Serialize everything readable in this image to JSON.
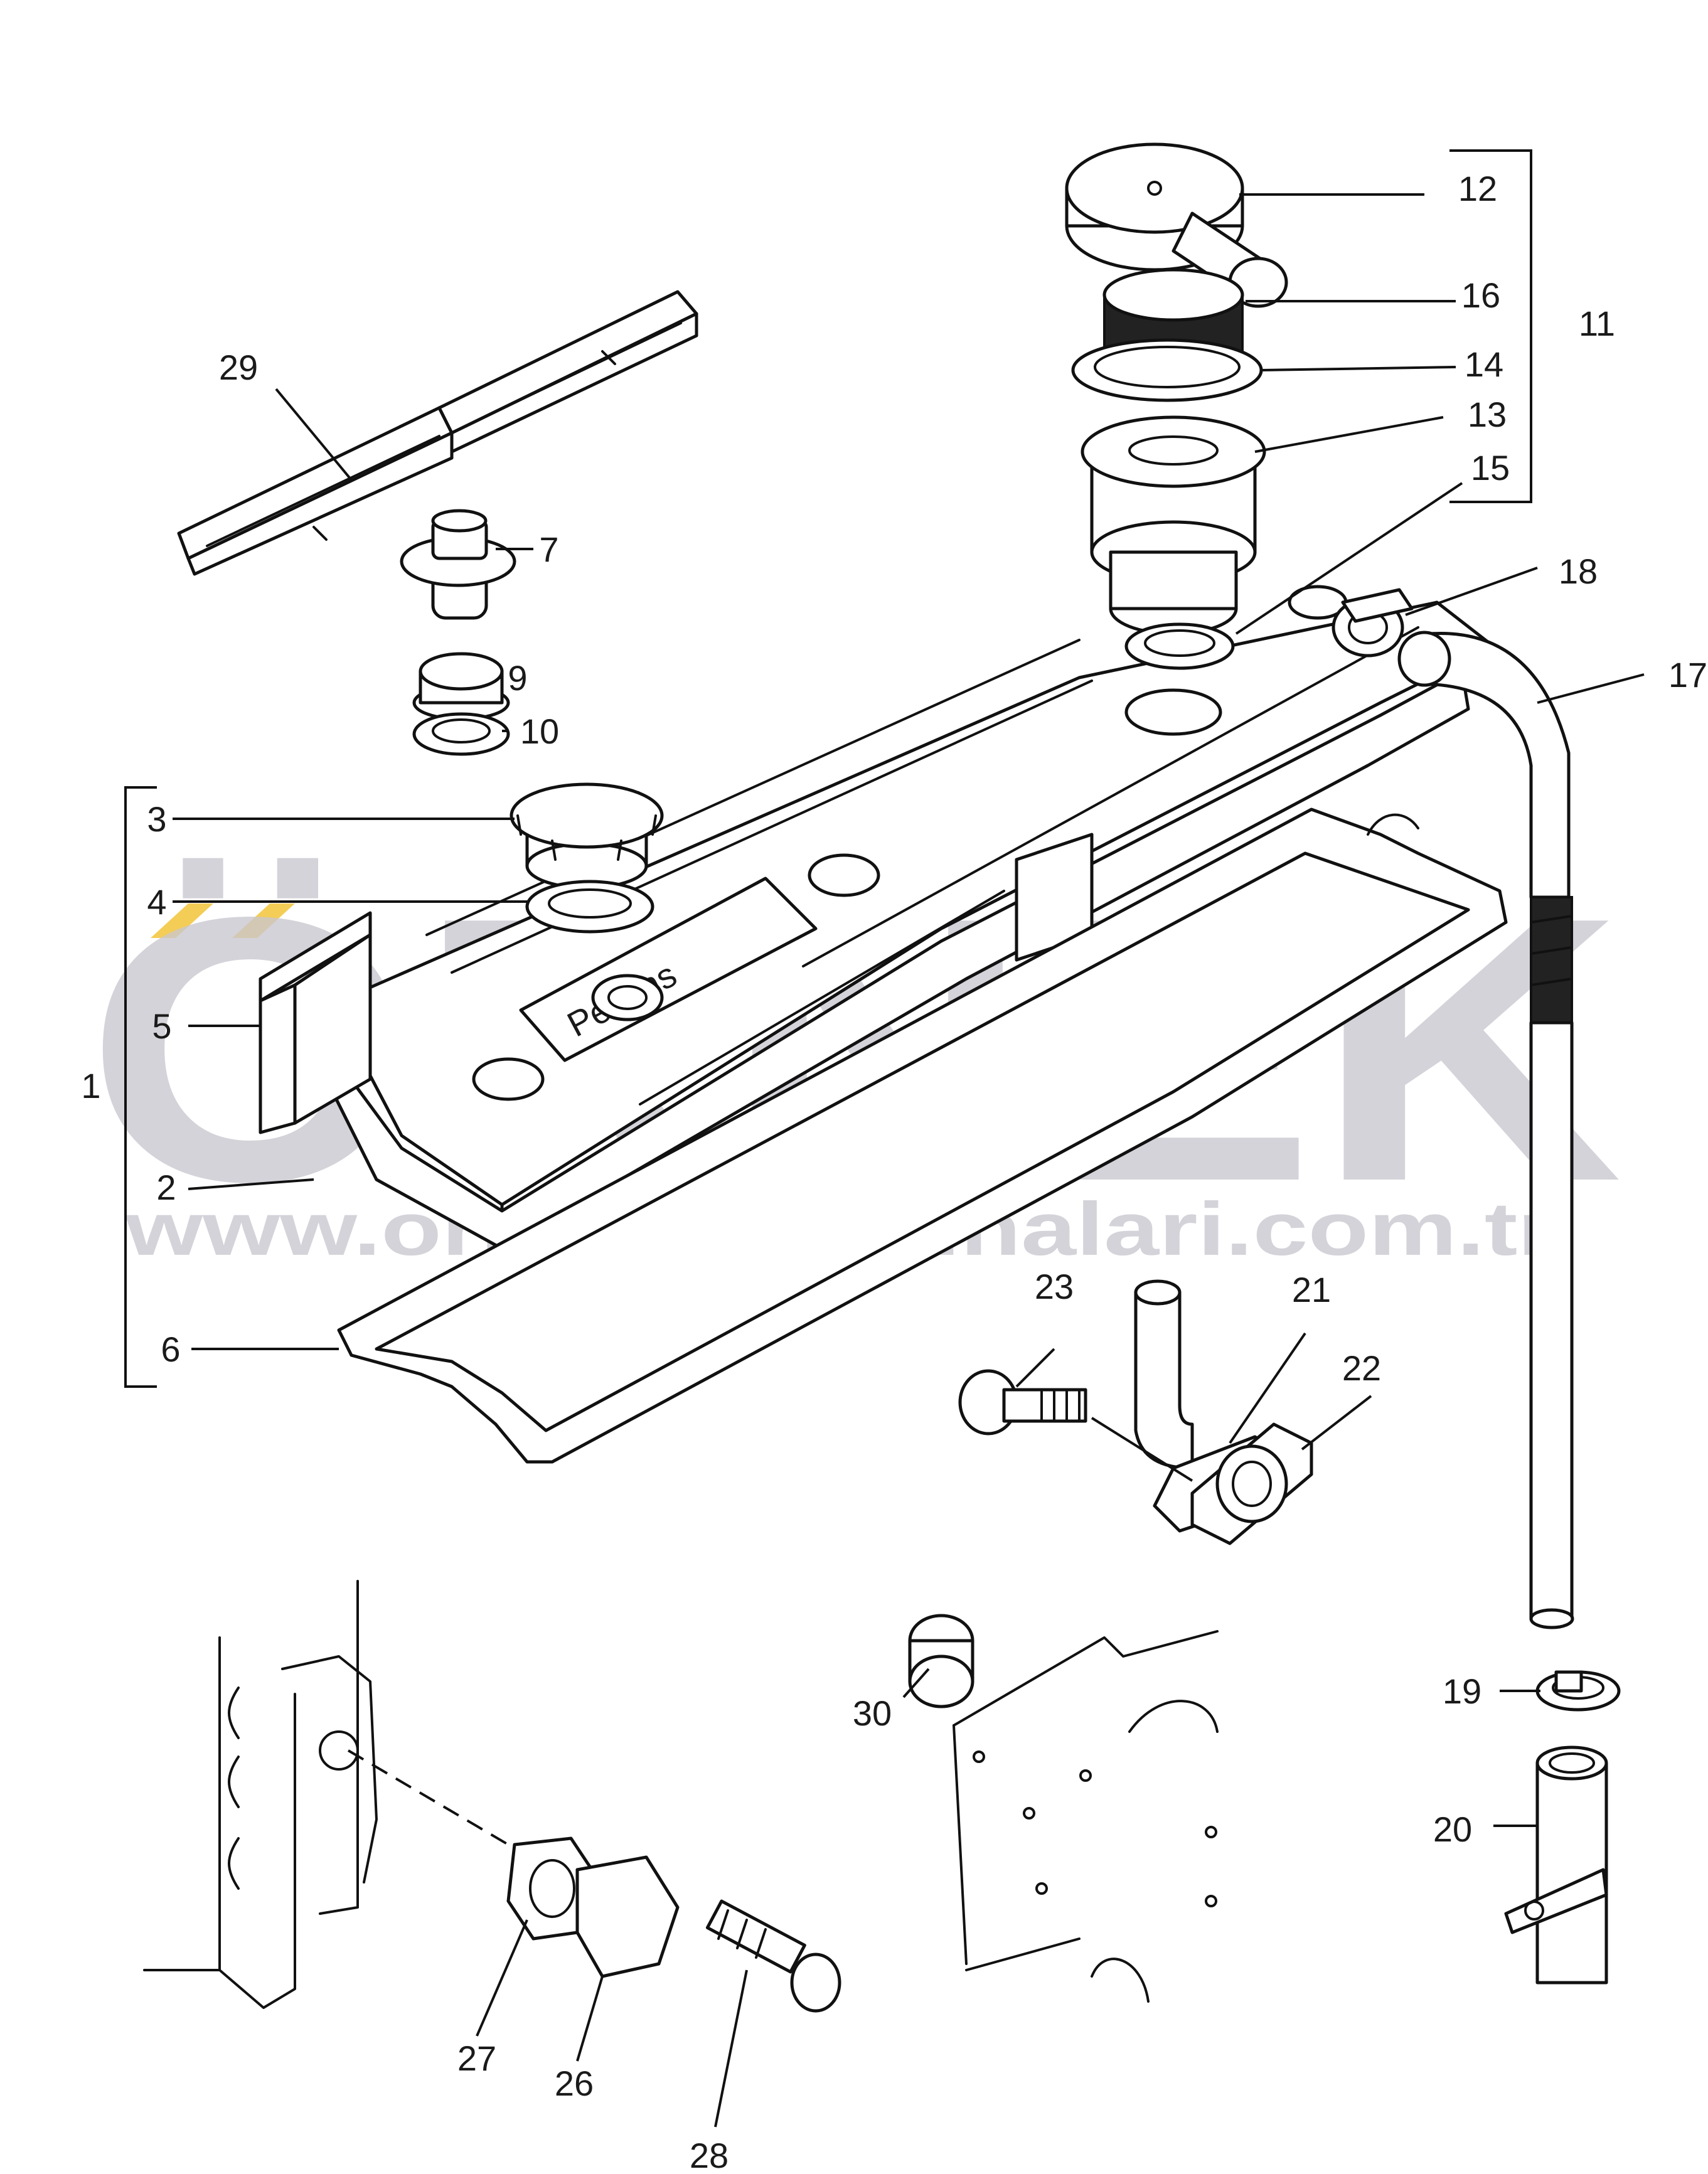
{
  "watermark": {
    "brand": "ÖRNEK",
    "url": "www.ornekismakinalari.com.tr",
    "accent_color": "#f2c43a",
    "text_color": "#c9c7cf"
  },
  "callouts": {
    "c1": "1",
    "c2": "2",
    "c3": "3",
    "c4": "4",
    "c5": "5",
    "c6": "6",
    "c7": "7",
    "c9": "9",
    "c10": "10",
    "c11": "11",
    "c12": "12",
    "c13": "13",
    "c14": "14",
    "c15": "15",
    "c16": "16",
    "c17": "17",
    "c18": "18",
    "c19": "19",
    "c20": "20",
    "c21": "21",
    "c22": "22",
    "c23": "23",
    "c26": "26",
    "c27": "27",
    "c28": "28",
    "c29": "29",
    "c30": "30"
  },
  "cover_nameplate": "Perkins"
}
